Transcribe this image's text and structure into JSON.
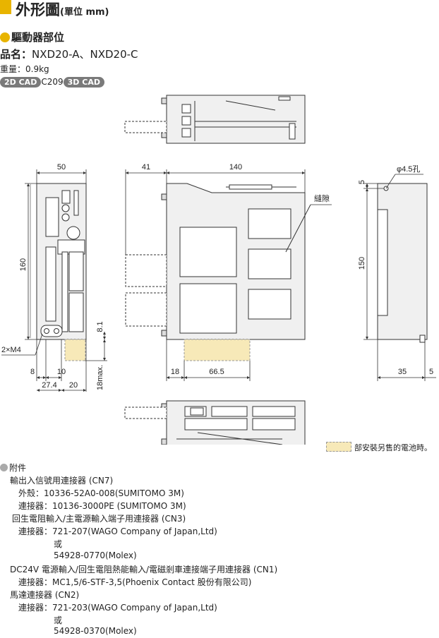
{
  "header": {
    "title": "外形圖",
    "unit": "(單位 mm)"
  },
  "section": {
    "label": "驅動器部位"
  },
  "product": {
    "label": "品名：",
    "value": "NXD20-A、NXD20-C"
  },
  "weight": {
    "text": "重量：0.9kg"
  },
  "cad": {
    "badge_2d": "2D CAD",
    "code": "C209",
    "badge_3d": "3D CAD"
  },
  "dims": {
    "w50": "50",
    "h160": "160",
    "m4": "2×M4",
    "d8": "8",
    "d10": "10",
    "d27_4": "27.4",
    "d20": "20",
    "d8_1": "8.1",
    "d18max": "18max.",
    "d41": "41",
    "d140": "140",
    "d18": "18",
    "d66_5": "66.5",
    "gap": "縫隙",
    "hole": "φ4.5孔",
    "d5a": "5",
    "d150": "150",
    "d35": "35",
    "d5b": "5"
  },
  "legend": {
    "text": "部安裝另售的電池時。"
  },
  "accessories": {
    "heading": "附件",
    "lines": [
      "輸出入信號用連接器 (CN7)",
      "外殼：10336-52A0-008(SUMITOMO 3M)",
      "連接器：10136-3000PE (SUMITOMO 3M)",
      "回生電阻輸入/主電源輸入端子用連接器 (CN3)",
      "連接器：721-207(WAGO Company of Japan,Ltd)",
      "或",
      "54928-0770(Molex)",
      "DC24V 電源輸入/回生電阻熱能輸入/電磁剎車連接端子用連接器 (CN1)",
      "連接器：MC1,5/6-STF-3,5(Phoenix Contact 股份有限公司)",
      "馬達連接器 (CN2)",
      "連接器：721-203(WAGO Company of Japan,Ltd)",
      "或",
      "54928-0370(Molex)"
    ]
  },
  "colors": {
    "accent": "#e8b400",
    "battery": "#f7e9b8",
    "panel": "#f0f0f0"
  }
}
